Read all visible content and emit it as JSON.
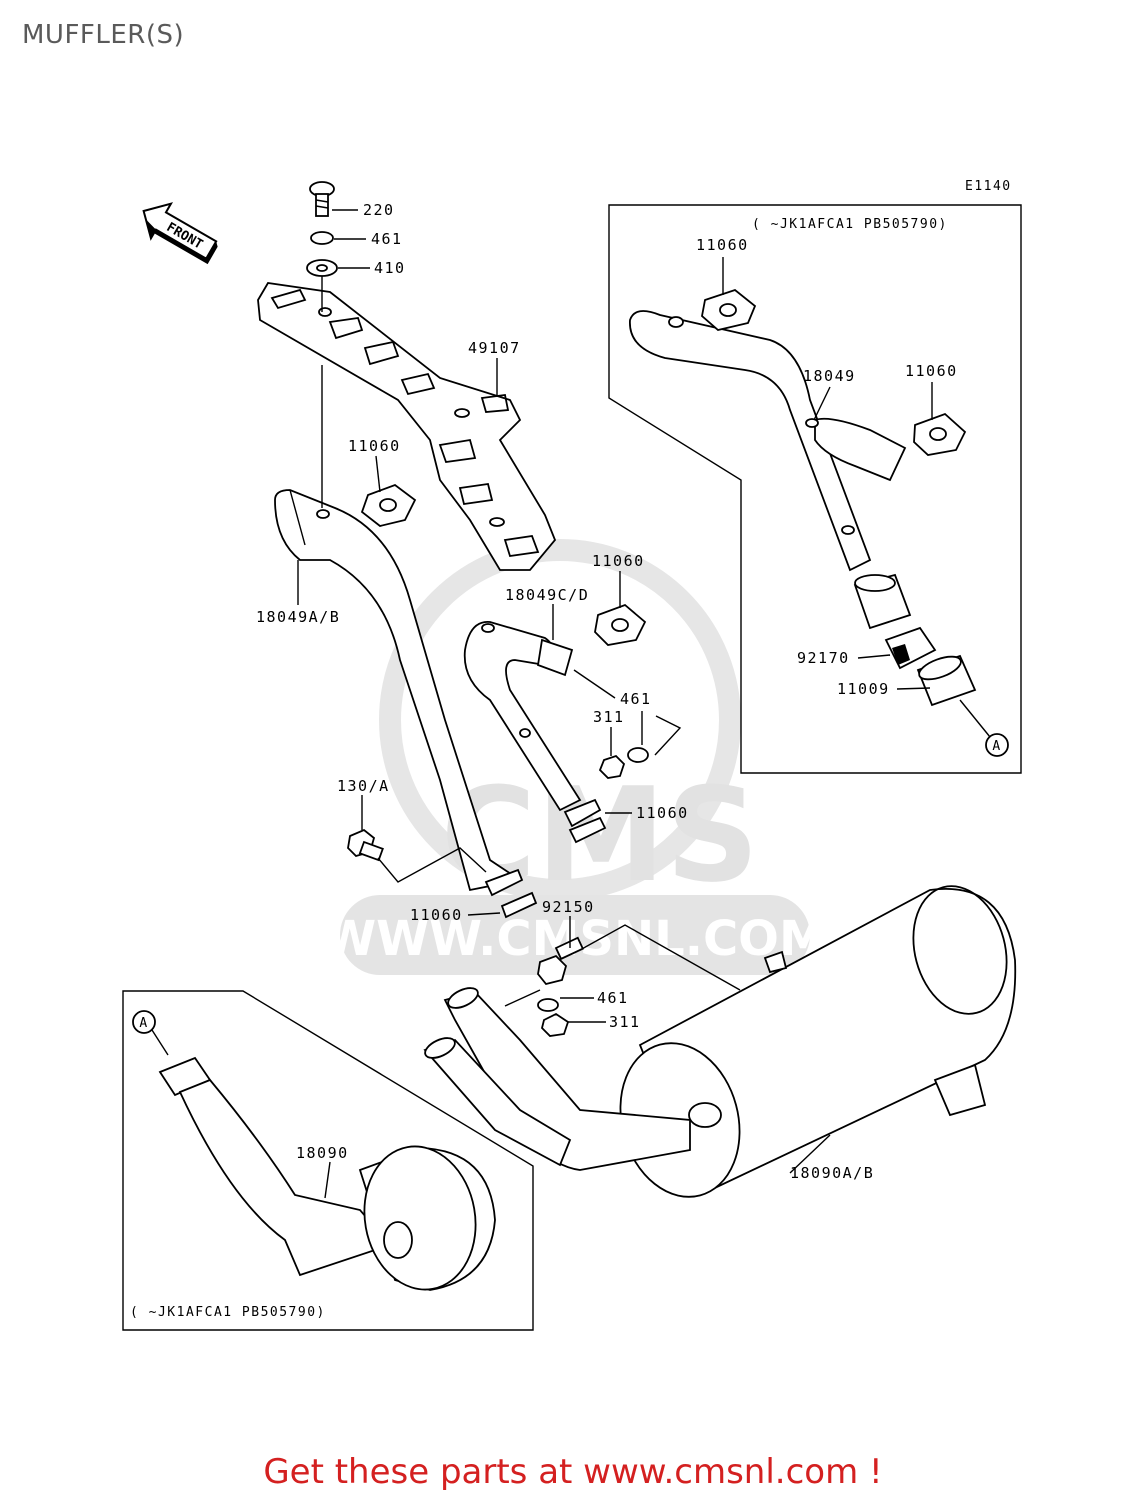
{
  "title": "MUFFLER(S)",
  "diagram_code": "E1140",
  "front_label": "FRONT",
  "footer_text": "Get these parts at www.cmsnl.com !",
  "watermark": {
    "logo": "CMS",
    "url": "WWW.CMSNL.COM"
  },
  "inset_top_note": "(   ~JK1AFCA1 PB505790)",
  "inset_bottom_note": "(   ~JK1AFCA1 PB505790)",
  "connector_label": "A",
  "parts": {
    "p220": "220",
    "p461_top": "461",
    "p410": "410",
    "p49107": "49107",
    "p11060_a": "11060",
    "p18049ab": "18049A/B",
    "p11060_b": "11060",
    "p18049cd": "18049C/D",
    "p461_mid": "461",
    "p311_mid": "311",
    "p11060_c": "11060",
    "p130a": "130/A",
    "p11060_d": "11060",
    "p92150": "92150",
    "p461_low": "461",
    "p311_low": "311",
    "p18090ab": "18090A/B",
    "p18090": "18090",
    "p11060_e": "11060",
    "p18049": "18049",
    "p11060_f": "11060",
    "p92170": "92170",
    "p11009": "11009"
  }
}
